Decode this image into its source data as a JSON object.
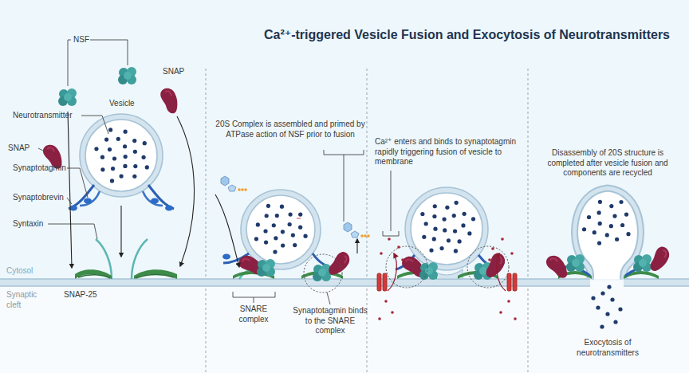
{
  "diagram": {
    "title": "Ca²⁺-triggered Vesicle Fusion and Exocytosis of Neurotransmitters",
    "labels": [
      "NSF",
      "SNAP",
      "Vesicle",
      "Neurotransmitter",
      "SNAP",
      "Synaptotagmin",
      "Synaptobrevin",
      "Syntaxin",
      "SNAP-25",
      "Cytosol",
      "Synaptic cleft",
      "20S Complex is assembled and primed by ATPase action of NSF prior to fusion",
      "SNARE complex",
      "Synaptotagmin binds to the SNARE complex",
      "Ca²⁺ enters and binds to synaptotagmin rapidly triggering fusion of vesicle to membrane",
      "Disassembly of 20S structure is completed after vesicle fusion and components are recycled",
      "Exocytosis of neurotransmitters"
    ]
  }
}
